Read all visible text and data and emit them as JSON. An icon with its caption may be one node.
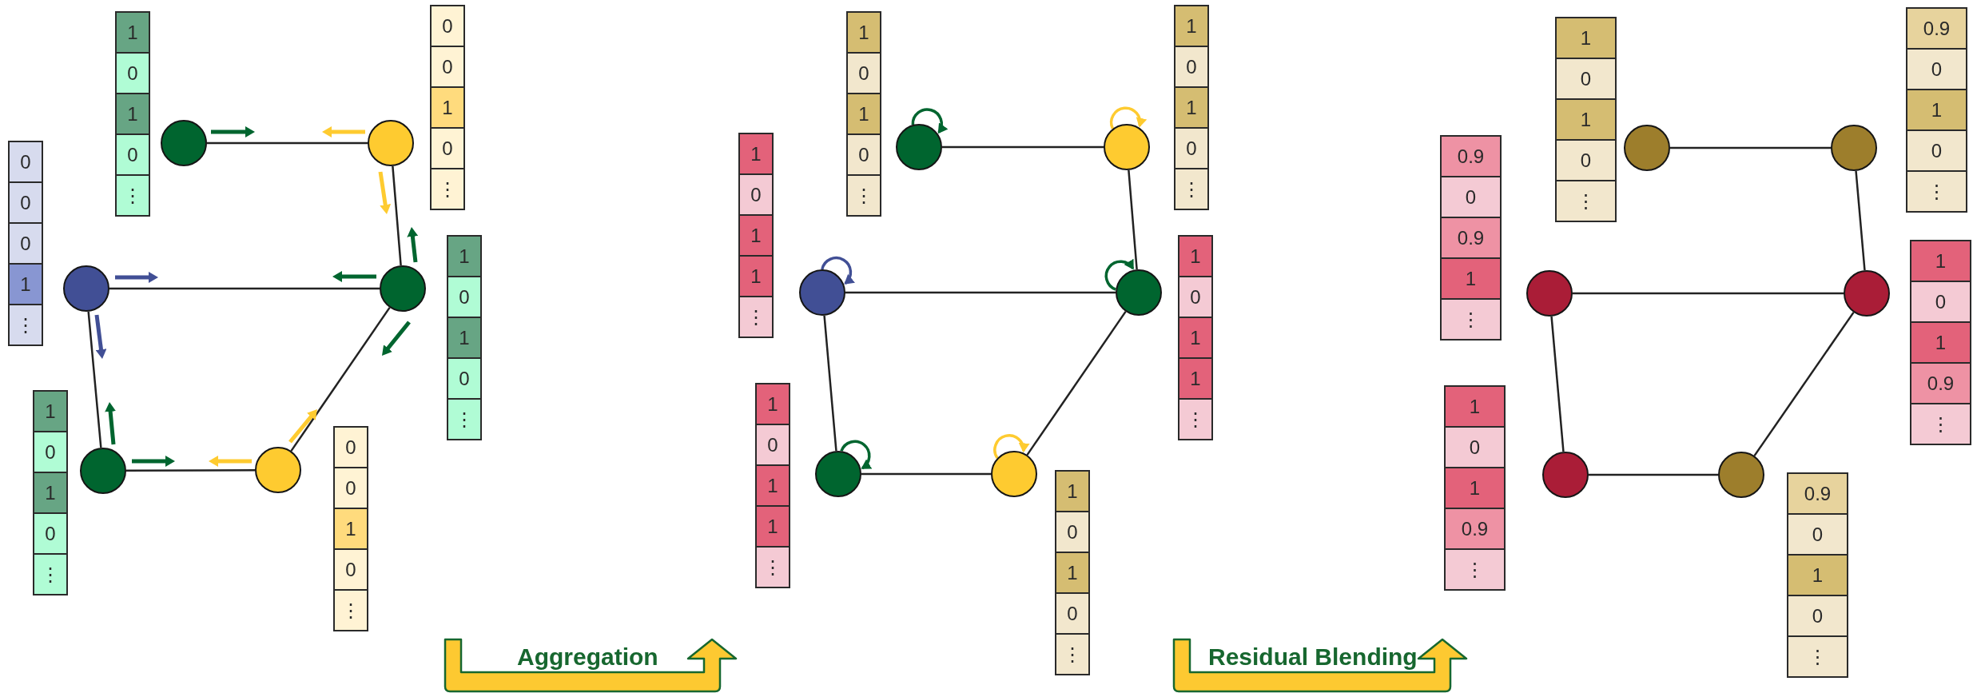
{
  "diagram": {
    "nodes": [
      {
        "text": [],
        "shape": "circle"
      },
      {
        "text": [],
        "shape": "circle"
      },
      {
        "text": [],
        "shape": "circle"
      },
      {
        "text": [],
        "shape": "circle"
      },
      {
        "text": [],
        "shape": "circle"
      },
      {
        "text": [],
        "shape": "circle"
      },
      {
        "text": [
          "1",
          "0",
          "1",
          "0",
          "⋮"
        ]
      },
      {
        "text": [
          "0",
          "0",
          "1",
          "0",
          "⋮"
        ]
      },
      {
        "text": [
          "0",
          "0",
          "0",
          "1",
          "⋮"
        ]
      },
      {
        "text": [
          "1",
          "0",
          "1",
          "0",
          "⋮"
        ]
      },
      {
        "text": [
          "1",
          "0",
          "1",
          "0",
          "⋮"
        ]
      },
      {
        "text": [
          "0",
          "0",
          "1",
          "0",
          "⋮"
        ]
      },
      {
        "text": [],
        "shape": "circle"
      },
      {
        "text": [],
        "shape": "circle"
      },
      {
        "text": [],
        "shape": "circle"
      },
      {
        "text": [],
        "shape": "circle"
      },
      {
        "text": [],
        "shape": "circle"
      },
      {
        "text": [],
        "shape": "circle"
      },
      {
        "text": [
          "1",
          "0",
          "1",
          "0",
          "⋮"
        ]
      },
      {
        "text": [
          "1",
          "0",
          "1",
          "0",
          "⋮"
        ]
      },
      {
        "text": [
          "1",
          "0",
          "1",
          "1",
          "⋮"
        ]
      },
      {
        "text": [
          "1",
          "0",
          "1",
          "1",
          "⋮"
        ]
      },
      {
        "text": [
          "1",
          "0",
          "1",
          "1",
          "⋮"
        ]
      },
      {
        "text": [
          "1",
          "0",
          "1",
          "0",
          "⋮"
        ]
      },
      {
        "text": [],
        "shape": "circle"
      },
      {
        "text": [],
        "shape": "circle"
      },
      {
        "text": [],
        "shape": "circle"
      },
      {
        "text": [],
        "shape": "circle"
      },
      {
        "text": [],
        "shape": "circle"
      },
      {
        "text": [],
        "shape": "circle"
      },
      {
        "text": [
          "1",
          "0",
          "1",
          "0",
          "⋮"
        ]
      },
      {
        "text": [
          "0.9",
          "0",
          "1",
          "0",
          "⋮"
        ]
      },
      {
        "text": [
          "0.9",
          "0",
          "0.9",
          "1",
          "⋮"
        ]
      },
      {
        "text": [
          "1",
          "0",
          "1",
          "0.9",
          "⋮"
        ]
      },
      {
        "text": [
          "1",
          "0",
          "1",
          "0.9",
          "⋮"
        ]
      },
      {
        "text": [
          "0.9",
          "0",
          "1",
          "0",
          "⋮"
        ]
      },
      {
        "text": [
          "Aggregation"
        ]
      },
      {
        "text": [
          "Residual Blending"
        ]
      }
    ],
    "edges": [
      {
        "from": 0,
        "to": 1,
        "arrow": "none"
      },
      {
        "from": 1,
        "to": 3,
        "arrow": "none"
      },
      {
        "from": 2,
        "to": 3,
        "arrow": "none"
      },
      {
        "from": 2,
        "to": 4,
        "arrow": "none"
      },
      {
        "from": 4,
        "to": 5,
        "arrow": "none"
      },
      {
        "from": 5,
        "to": 3,
        "arrow": "none"
      },
      {
        "from": 12,
        "to": 13,
        "arrow": "none"
      },
      {
        "from": 13,
        "to": 15,
        "arrow": "none"
      },
      {
        "from": 14,
        "to": 15,
        "arrow": "none"
      },
      {
        "from": 14,
        "to": 16,
        "arrow": "none"
      },
      {
        "from": 16,
        "to": 17,
        "arrow": "none"
      },
      {
        "from": 17,
        "to": 15,
        "arrow": "none"
      },
      {
        "from": 12,
        "to": 12,
        "arrow": "to",
        "color": "#00652f"
      },
      {
        "from": 13,
        "to": 13,
        "arrow": "to",
        "color": "#fecb30"
      },
      {
        "from": 14,
        "to": 14,
        "arrow": "to",
        "color": "#414f95"
      },
      {
        "from": 15,
        "to": 15,
        "arrow": "to",
        "color": "#00652f"
      },
      {
        "from": 16,
        "to": 16,
        "arrow": "to",
        "color": "#00652f"
      },
      {
        "from": 17,
        "to": 17,
        "arrow": "to",
        "color": "#fecb30"
      },
      {
        "from": 24,
        "to": 25,
        "arrow": "none"
      },
      {
        "from": 25,
        "to": 27,
        "arrow": "none"
      },
      {
        "from": 26,
        "to": 27,
        "arrow": "none"
      },
      {
        "from": 26,
        "to": 28,
        "arrow": "none"
      },
      {
        "from": 28,
        "to": 29,
        "arrow": "none"
      },
      {
        "from": 29,
        "to": 27,
        "arrow": "none"
      }
    ]
  }
}
